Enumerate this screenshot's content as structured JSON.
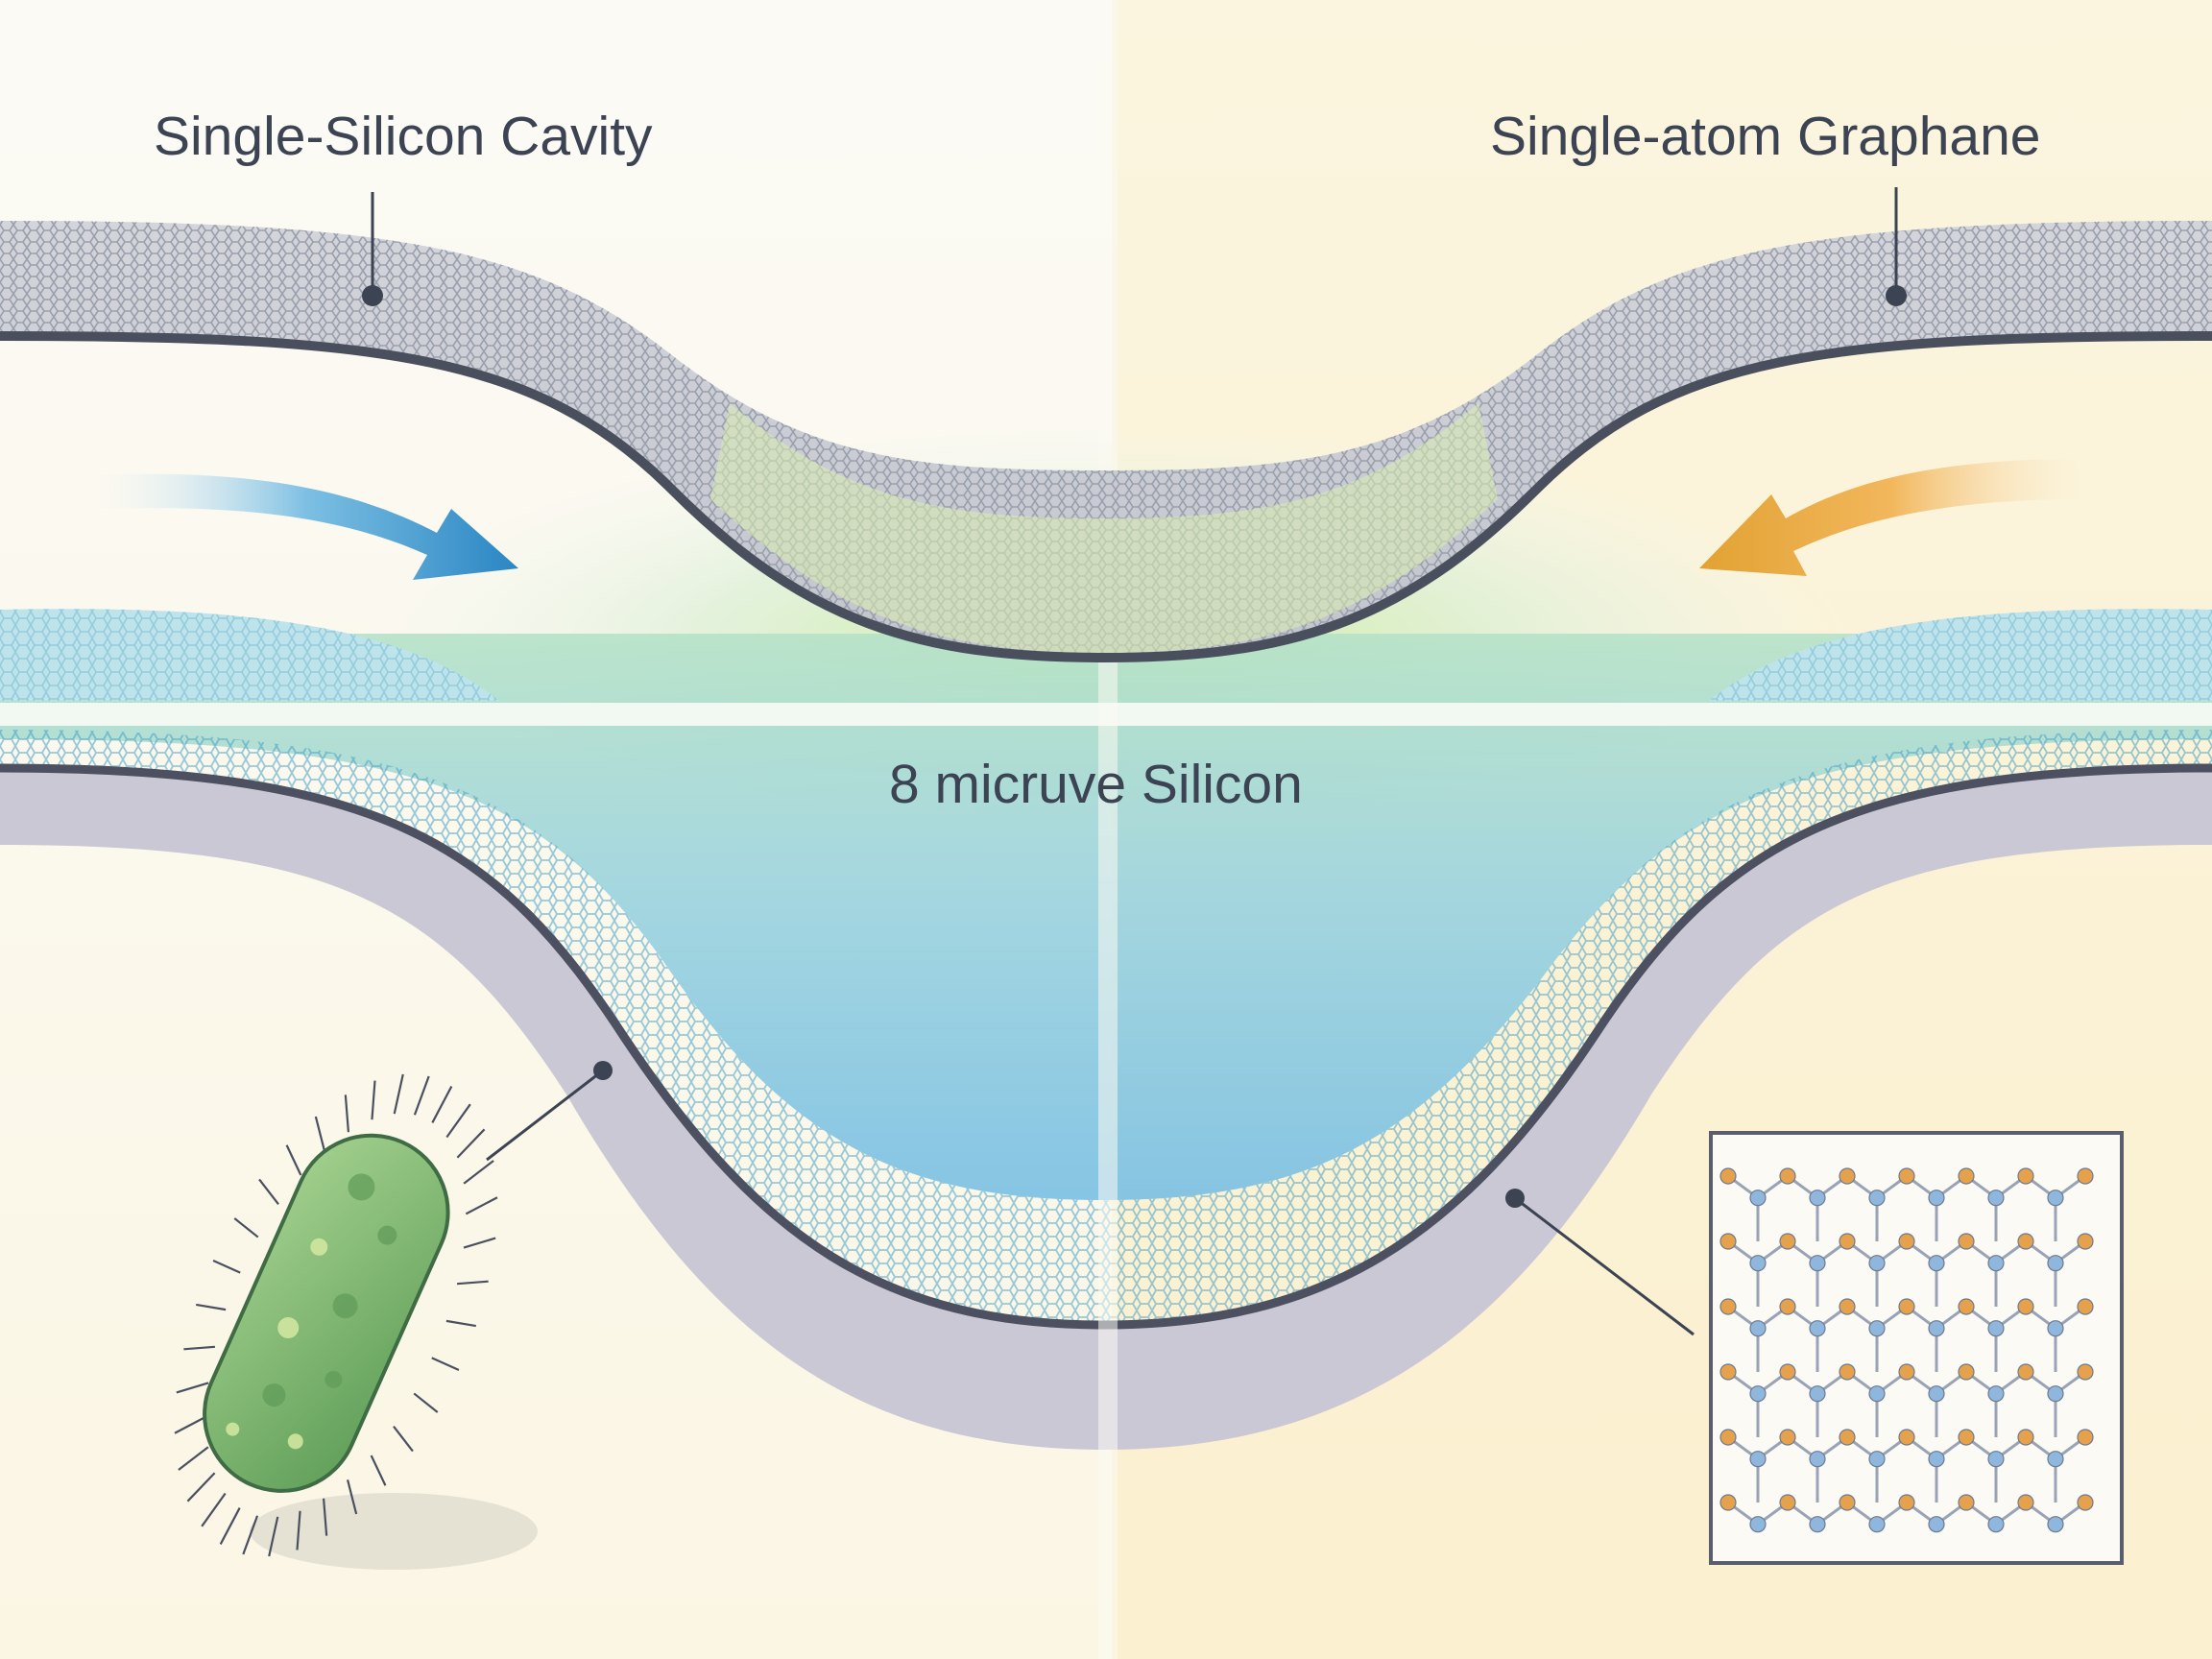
{
  "labels": {
    "top_left": "Single-Silicon Cavity",
    "top_right": "Single-atom Graphane",
    "center": "8 micruve Silicon"
  },
  "icons": {
    "left_arrow": "curved-arrow-right-icon",
    "right_arrow": "curved-arrow-left-icon",
    "organism": "bacterium-icon",
    "lattice": "hexagonal-lattice-icon"
  },
  "colors": {
    "background_left": "#fbf9f2",
    "background_right": "#fbf3d8",
    "top_sheet": "#c9cbd2",
    "sheet_edge": "#4a4f5e",
    "cavity_fluid": "#8fcbe2",
    "arrow_blue": "#2f8ec7",
    "arrow_orange": "#f0a03a",
    "bacterium": "#7fb870",
    "lattice_atom_blue": "#8fb6dc",
    "lattice_atom_orange": "#e5a14b"
  }
}
